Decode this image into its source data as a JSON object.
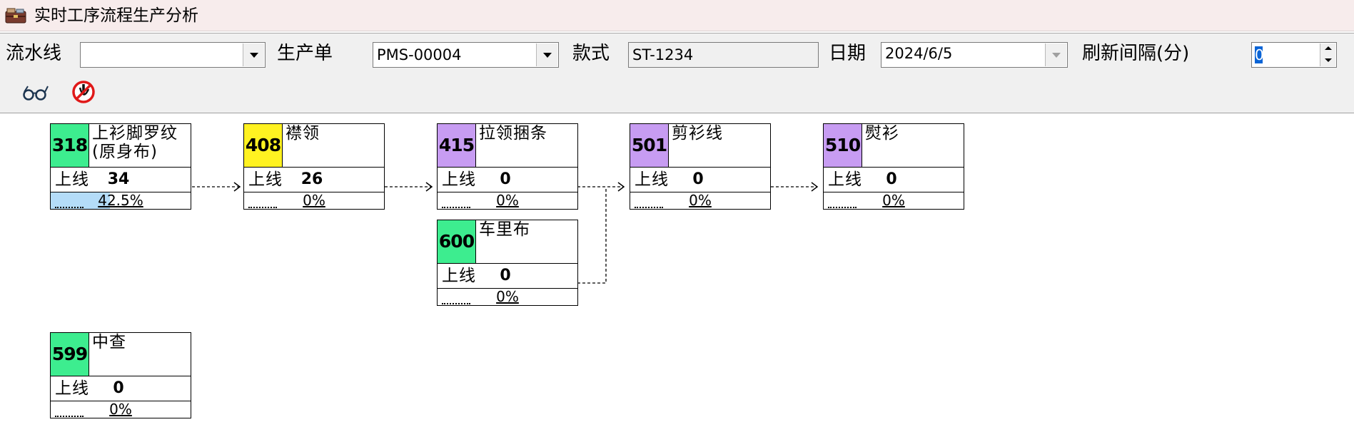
{
  "window": {
    "title": "实时工序流程生产分析",
    "icon": "app-briefcase-icon"
  },
  "toolbar": {
    "line_label": "流水线",
    "line_value": "",
    "order_label": "生产单",
    "order_value": "PMS-00004",
    "style_label": "款式",
    "style_value": "ST-1234",
    "date_label": "日期",
    "date_value": "2024/6/5",
    "refresh_label": "刷新间隔(分)",
    "refresh_value": "0",
    "view_icon": "glasses-icon",
    "stop_icon": "stop-refresh-icon"
  },
  "colors": {
    "green": "#3ded8f",
    "yellow": "#fff221",
    "purple": "#c79cf2",
    "progress_fill": "#b4dcf8"
  },
  "processes": [
    {
      "code": "318",
      "name": "上衫脚罗纹(原身布)",
      "online_label": "上线",
      "online": "34",
      "progress": "42.5%",
      "progress_value": 0.425,
      "color": "green"
    },
    {
      "code": "408",
      "name": "襟领",
      "online_label": "上线",
      "online": "26",
      "progress": "0%",
      "progress_value": 0,
      "color": "yellow"
    },
    {
      "code": "415",
      "name": "拉领捆条",
      "online_label": "上线",
      "online": "0",
      "progress": "0%",
      "progress_value": 0,
      "color": "purple"
    },
    {
      "code": "501",
      "name": "剪衫线",
      "online_label": "上线",
      "online": "0",
      "progress": "0%",
      "progress_value": 0,
      "color": "purple"
    },
    {
      "code": "510",
      "name": "熨衫",
      "online_label": "上线",
      "online": "0",
      "progress": "0%",
      "progress_value": 0,
      "color": "purple"
    },
    {
      "code": "600",
      "name": "车里布",
      "online_label": "上线",
      "online": "0",
      "progress": "0%",
      "progress_value": 0,
      "color": "green"
    },
    {
      "code": "599",
      "name": "中查",
      "online_label": "上线",
      "online": "0",
      "progress": "0%",
      "progress_value": 0,
      "color": "green"
    }
  ],
  "flow_links": [
    {
      "from": "318",
      "to": "408"
    },
    {
      "from": "408",
      "to": "415"
    },
    {
      "from": "415",
      "to": "501"
    },
    {
      "from": "600",
      "to": "501"
    },
    {
      "from": "501",
      "to": "510"
    }
  ]
}
